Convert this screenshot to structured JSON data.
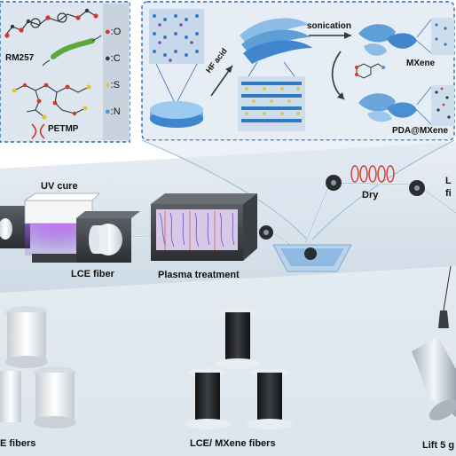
{
  "molecules": {
    "rm257": "RM257",
    "petmp": "PETMP"
  },
  "legend": [
    {
      "symbol": ":O",
      "color": "#d9342b"
    },
    {
      "symbol": ":C",
      "color": "#2b3b44"
    },
    {
      "symbol": ":S",
      "color": "#e3c23a"
    },
    {
      "symbol": ":N",
      "color": "#4f95d8"
    }
  ],
  "mxene_panel": {
    "hf_acid": "HF acid",
    "sonication": "sonication",
    "mxene": "MXene",
    "pda_mxene": "PDA@MXene"
  },
  "process": {
    "uv_cure": "UV cure",
    "lce_fiber": "LCE fiber",
    "plasma": "Plasma treatment",
    "dry": "Dry",
    "cut_right_1": "L",
    "cut_right_2": "fi"
  },
  "products": {
    "left_fibers": "E fibers",
    "mxene_fibers": "LCE/ MXene fibers",
    "lift": "Lift 5 g"
  },
  "colors": {
    "panel_bg": "#dde6ee",
    "panel_border": "#2c6fb8",
    "floor": "#c9d6e2",
    "fiber": "#e9f0f8",
    "accent_blue": "#2f7bc4"
  }
}
